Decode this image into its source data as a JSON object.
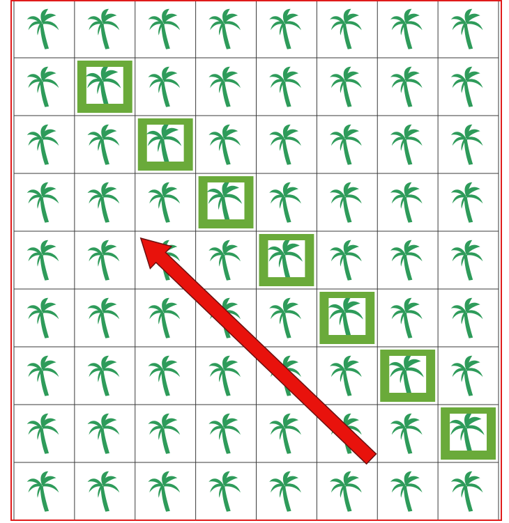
{
  "grid": {
    "rows": 9,
    "columns": 8,
    "cell_icon": "palm-tree-icon",
    "highlighted_cells": [
      {
        "row": 2,
        "col": 2
      },
      {
        "row": 3,
        "col": 3
      },
      {
        "row": 4,
        "col": 4
      },
      {
        "row": 5,
        "col": 5
      },
      {
        "row": 6,
        "col": 6
      },
      {
        "row": 7,
        "col": 7
      },
      {
        "row": 8,
        "col": 8
      }
    ]
  },
  "arrow": {
    "from_cell": {
      "row": 8,
      "col": 6
    },
    "to_cell": {
      "row": 5,
      "col": 3
    },
    "icon": "arrow-up-left-icon"
  },
  "colors": {
    "border": "#e01b1b",
    "grid_line": "#3a3a3a",
    "highlight_frame": "#6aaa3a",
    "palm_frond": "#2e9b5a",
    "palm_trunk": "#3d8f4a",
    "arrow": "#e8120c",
    "arrow_outline": "#6a1010"
  }
}
